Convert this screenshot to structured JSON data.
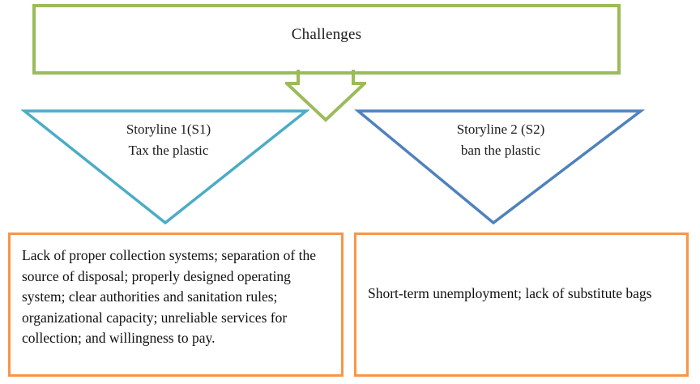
{
  "diagram": {
    "title_node": {
      "label": "Challenges",
      "border_color": "#9BBB59"
    },
    "connector": {
      "icon": "down-arrow-icon",
      "color": "#9BBB59"
    },
    "storylines": [
      {
        "id": "S1",
        "line1": "Storyline 1(S1)",
        "line2": "Tax the plastic",
        "color": "#4BACC6"
      },
      {
        "id": "S2",
        "line1": "Storyline 2 (S2)",
        "line2": "ban the plastic",
        "color": "#4F81BD"
      }
    ],
    "challenge_boxes": [
      {
        "for": "S1",
        "text": "Lack of proper collection systems; separation of the source of disposal; properly designed operating system; clear authorities and sanitation rules; organizational capacity; unreliable services for collection; and willingness to pay.",
        "border_color": "#F79646"
      },
      {
        "for": "S2",
        "text": "Short-term unemployment; lack of substitute bags",
        "border_color": "#F79646"
      }
    ]
  }
}
